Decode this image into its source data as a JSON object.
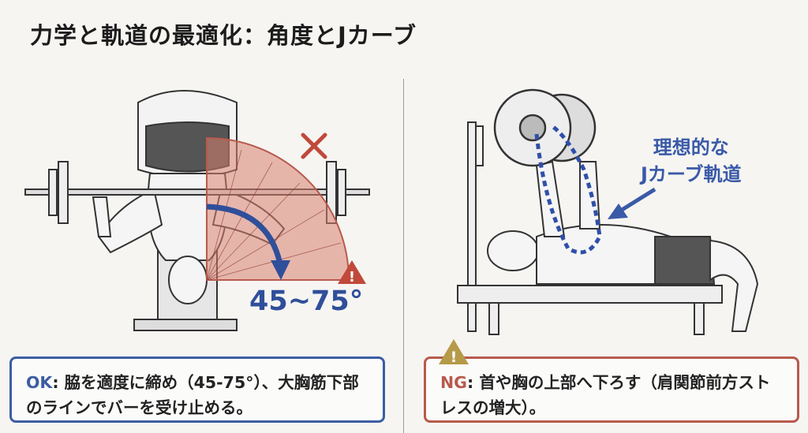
{
  "title": "力学と軌道の最適化：角度とJカーブ",
  "left_panel": {
    "angle_label": "45~75°",
    "colors": {
      "protractor": "#d8806f",
      "arrow": "#2f4f9a",
      "wrong_mark": "#c0493a"
    }
  },
  "right_panel": {
    "j_curve_label_line1": "理想的な",
    "j_curve_label_line2": "Jカーブ軌道",
    "colors": {
      "path": "#2f4fa8"
    }
  },
  "ok_box": {
    "tag": "OK",
    "text": ": 脇を適度に締め（45-75°）、大胸筋下部のラインでバーを受け止める。",
    "color": "#3c5da3"
  },
  "ng_box": {
    "tag": "NG",
    "text": ": 首や胸の上部へ下ろす（肩関節前方ストレスの増大）。",
    "color": "#b85a4c"
  }
}
